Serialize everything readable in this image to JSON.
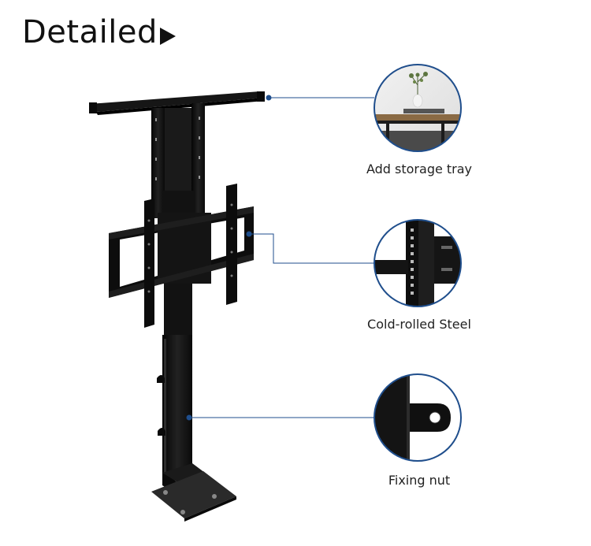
{
  "header": {
    "title": "Detailed"
  },
  "details": [
    {
      "label": "Add storage tray",
      "icon": "storage-tray-detail-icon"
    },
    {
      "label": "Cold-rolled Steel",
      "icon": "cold-rolled-steel-detail-icon"
    },
    {
      "label": "Fixing nut",
      "icon": "fixing-nut-detail-icon"
    }
  ],
  "colors": {
    "accent": "#1f4e8c",
    "product": "#111111",
    "background": "#ffffff"
  }
}
